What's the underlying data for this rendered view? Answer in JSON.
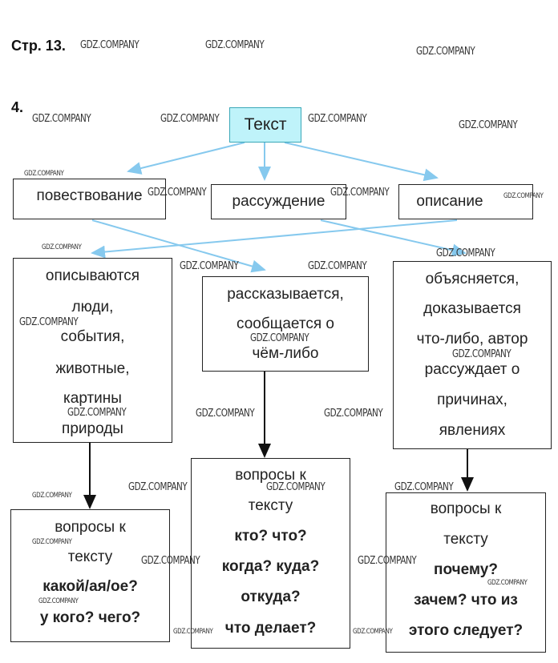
{
  "page_label": "Стр. 13.",
  "task_number": "4.",
  "watermark": "GDZ.COMPANY",
  "root": "Текст",
  "types": [
    "повествование",
    "рассуждение",
    "описание"
  ],
  "descriptions": {
    "left": [
      "описываются",
      "люди,",
      "события,",
      "животные,",
      "картины",
      "природы"
    ],
    "middle": [
      "рассказывается,",
      "сообщается о",
      "чём-либо"
    ],
    "right": [
      "объясняется,",
      "доказывается",
      "что-либо, автор",
      "рассуждает о",
      "причинах,",
      "явлениях"
    ]
  },
  "questions": {
    "left": [
      "вопросы к",
      "тексту",
      "какой/ая/ое?",
      "у кого? чего?"
    ],
    "middle": [
      "вопросы к",
      "тексту",
      "кто? что?",
      "когда? куда?",
      "откуда?",
      "что делает?"
    ],
    "right": [
      "вопросы к",
      "тексту",
      "почему?",
      "зачем? что из",
      "этого следует?"
    ]
  },
  "colors": {
    "root_fill": "#bff3fa",
    "root_border": "#3aa8b8",
    "arrow_blue": "#86c9ee",
    "arrow_black": "#111111"
  }
}
